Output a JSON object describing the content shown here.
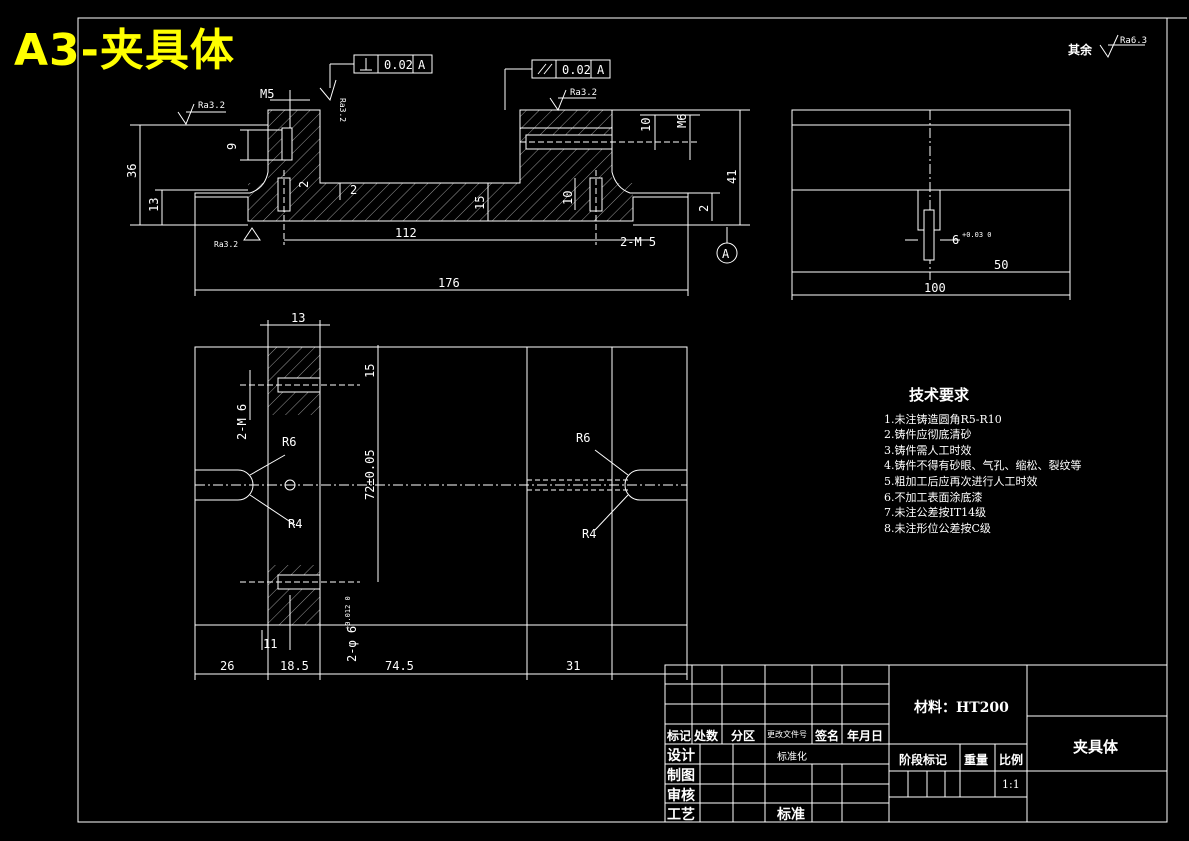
{
  "header": {
    "title": "A3-夹具体"
  },
  "roughness": {
    "general_label": "其余",
    "general_value": "Ra6.3",
    "top_left": "Ra3.2",
    "top_right": "Ra3.2",
    "side": "Ra3.2",
    "bottom": "Ra3.2"
  },
  "tolerances": {
    "perpendicularity": {
      "value": "0.02",
      "datum": "A"
    },
    "parallelism": {
      "value": "0.02",
      "datum": "A"
    },
    "datum_label": "A"
  },
  "dims_front": {
    "m5": "M5",
    "d9": "9",
    "d36": "36",
    "d13": "13",
    "d2a": "2",
    "d2b": "2",
    "d15": "15",
    "d10a": "10",
    "d10b": "10",
    "m6": "M6",
    "d41": "41",
    "d2c": "2",
    "d112": "112",
    "hole_2m5": "2-M 5",
    "d176": "176"
  },
  "dims_side": {
    "slot": "6",
    "slot_tol": "+0.03 0",
    "d50": "50",
    "d100": "100"
  },
  "dims_plan": {
    "d13": "13",
    "d15": "15",
    "h_2m6": "2-M 6",
    "r6_left": "R6",
    "r4_left": "R4",
    "d_center": "72±0.05",
    "r6_right": "R6",
    "r4_right": "R4",
    "pin_hole": "2-φ 6",
    "pin_tol": "+0.012 0",
    "d11": "11",
    "d26": "26",
    "d18_5": "18.5",
    "d74_5": "74.5",
    "d31": "31"
  },
  "tech_requirements": {
    "title": "技术要求",
    "items": [
      "1.未注铸造圆角R5-R10",
      "2.铸件应彻底清砂",
      "3.铸件需人工时效",
      "4.铸件不得有砂眼、气孔、缩松、裂纹等",
      "5.粗加工后应再次进行人工时效",
      "6.不加工表面涂底漆",
      "7.未注公差按IT14级",
      "8.未注形位公差按C级"
    ]
  },
  "title_block": {
    "material": "材料：HT200",
    "part_name": "夹具体",
    "col_biaoji": "标记",
    "col_chushu": "处数",
    "col_fenqu": "分区",
    "col_gengai": "更改文件号",
    "col_qianming": "签名",
    "col_nianyueri": "年月日",
    "row_sheji": "设计",
    "row_biaozhunhua": "标准化",
    "row_zhitu": "制图",
    "row_shenhe": "审核",
    "row_gongyi": "工艺",
    "row_biaozhun": "标准",
    "stage_mark": "阶段标记",
    "weight": "重量",
    "scale_label": "比例",
    "scale_value": "1:1"
  }
}
